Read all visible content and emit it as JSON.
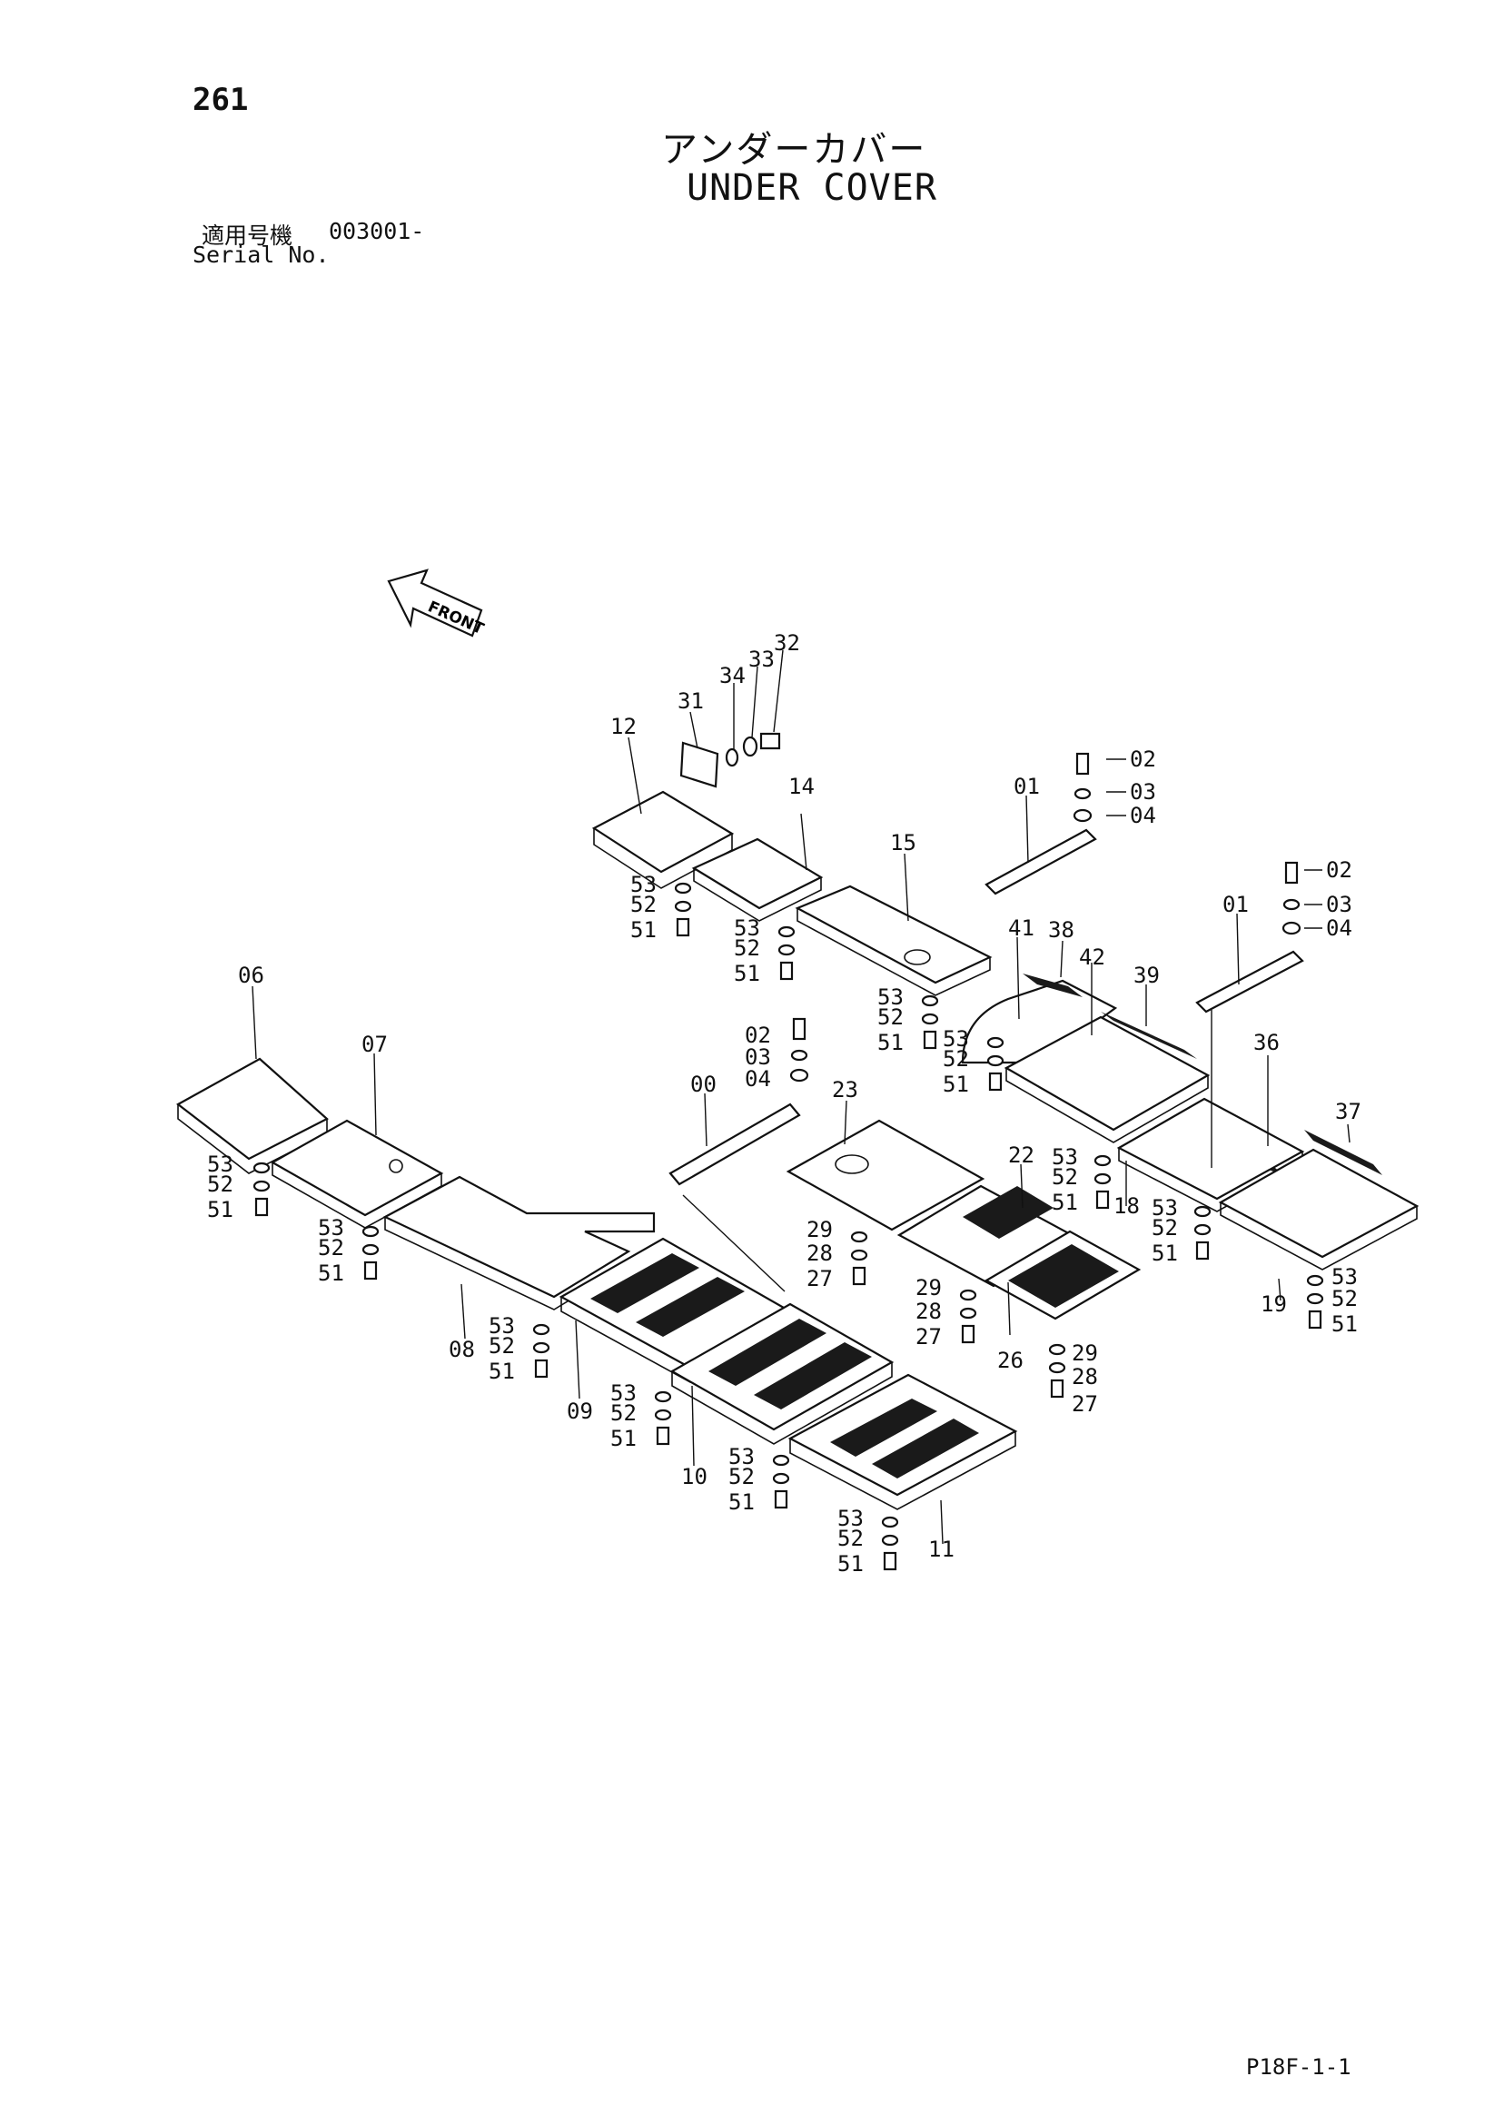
{
  "header": {
    "page_number": "261",
    "title_jp": "アンダーカバー",
    "title_en": "UNDER COVER",
    "serial_label_jp": "適用号機",
    "serial_value": "003001-",
    "serial_label_en": "Serial No."
  },
  "diagram": {
    "front_arrow_text": "FRONT",
    "callouts": [
      "00",
      "01",
      "02",
      "03",
      "04",
      "06",
      "07",
      "08",
      "09",
      "10",
      "11",
      "12",
      "14",
      "15",
      "18",
      "19",
      "22",
      "23",
      "26",
      "27",
      "28",
      "29",
      "31",
      "32",
      "33",
      "34",
      "36",
      "37",
      "38",
      "39",
      "41",
      "42",
      "51",
      "52",
      "53"
    ]
  },
  "footer": {
    "drawing_code": "P18F-1-1"
  }
}
